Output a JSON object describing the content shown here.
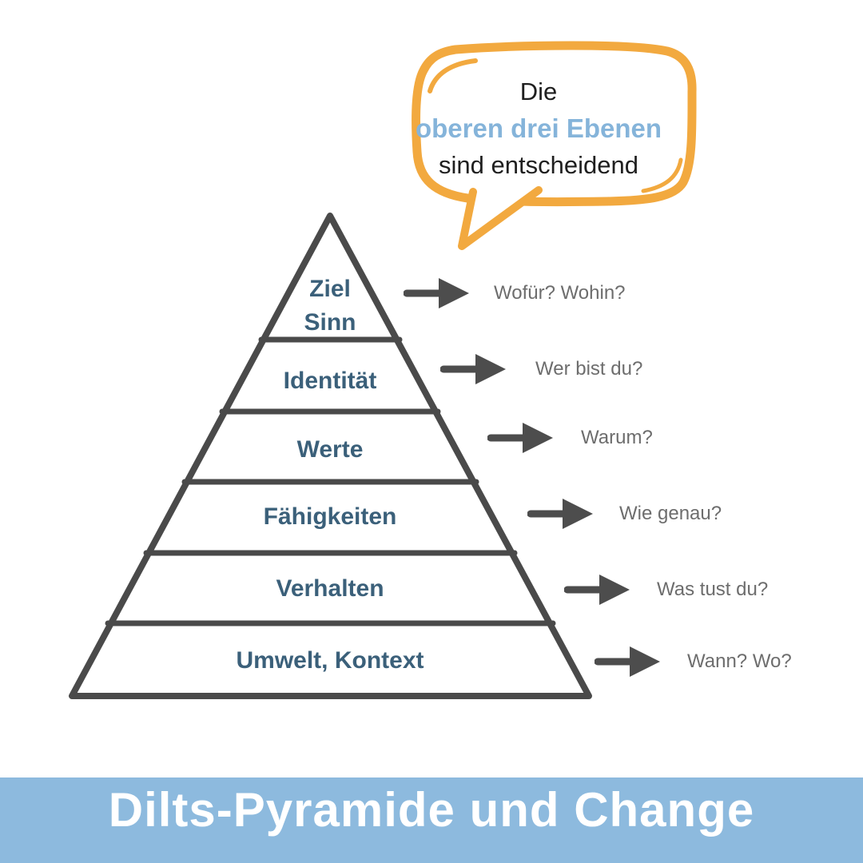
{
  "speech_bubble": {
    "border_color": "#F2A93F",
    "lines": [
      {
        "text": "Die",
        "color": "#1f1f1f"
      },
      {
        "text": "oberen drei Ebenen",
        "color": "#85B4DA"
      },
      {
        "text": "sind entscheidend",
        "color": "#1f1f1f"
      }
    ]
  },
  "pyramid": {
    "outline_color": "#4A4A4A",
    "label_color": "#3B607A",
    "arrow_color": "#4D4D4D",
    "question_color": "#6D6D6D",
    "levels": [
      {
        "lines": [
          "Ziel",
          "Sinn"
        ],
        "question": "Wofür? Wohin?"
      },
      {
        "lines": [
          "Identität"
        ],
        "question": "Wer bist du?"
      },
      {
        "lines": [
          "Werte"
        ],
        "question": "Warum?"
      },
      {
        "lines": [
          "Fähigkeiten"
        ],
        "question": "Wie genau?"
      },
      {
        "lines": [
          "Verhalten"
        ],
        "question": "Was tust du?"
      },
      {
        "lines": [
          "Umwelt, Kontext"
        ],
        "question": "Wann? Wo?"
      }
    ]
  },
  "footer": {
    "title": "Dilts-Pyramide und Change",
    "background": "#8DBADE",
    "text_color": "#FFFFFF"
  }
}
